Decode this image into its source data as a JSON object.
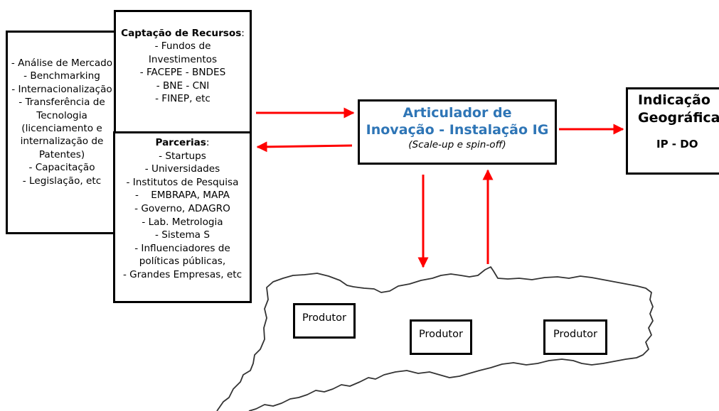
{
  "left_box": {
    "lines": [
      "- Análise de Mercado",
      "- Benchmarking",
      "- Internacionalização",
      "- Transferência de",
      "Tecnologia",
      "(licenciamento e",
      "internalização de",
      "Patentes)",
      "- Capacitação",
      "- Legislação, etc"
    ]
  },
  "captacao_box": {
    "heading": "Captação de Recursos",
    "heading_suffix": ":",
    "lines": [
      "- Fundos de",
      "Investimentos",
      "- FACEPE - BNDES",
      "- BNE - CNI",
      "- FINEP,  etc"
    ]
  },
  "parcerias_box": {
    "heading": "Parcerias",
    "heading_suffix": ":",
    "lines": [
      "- Startups",
      "- Universidades",
      "- Institutos de Pesquisa",
      "-    EMBRAPA, MAPA",
      "- Governo, ADAGRO",
      "- Lab. Metrologia",
      "- Sistema S",
      "- Influenciadores de",
      "políticas públicas,",
      "- Grandes Empresas, etc"
    ]
  },
  "articulador_box": {
    "title_line1": "Articulador de",
    "title_line2": "Inovação - Instalação IG",
    "subtitle": "(Scale-up e spin-off)"
  },
  "ig_box": {
    "line1": "Indicação",
    "line2": "Geográfica",
    "subtitle": "IP - DO"
  },
  "produtores": [
    "Produtor",
    "Produtor",
    "Produtor"
  ],
  "colors": {
    "arrow": "#ff0000",
    "articulador_title": "#2e75b6",
    "border": "#000000"
  }
}
